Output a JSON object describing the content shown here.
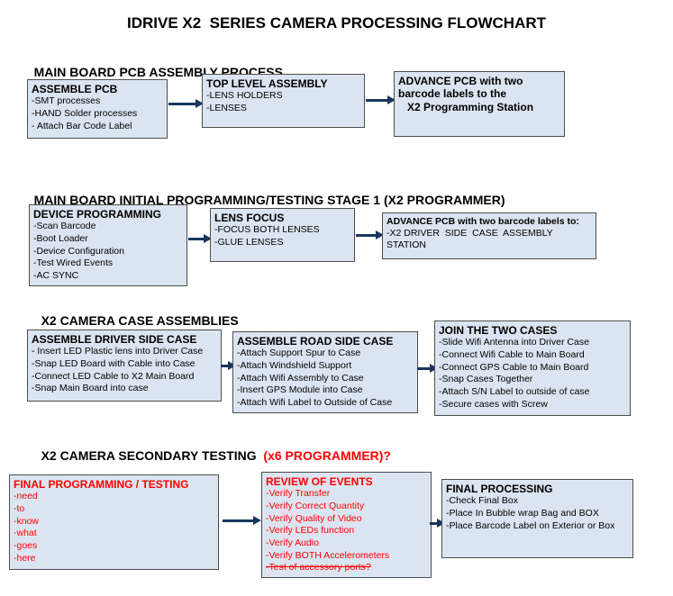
{
  "title": "IDRIVE X2  SERIES CAMERA PROCESSING FLOWCHART",
  "colors": {
    "box_fill": "#dbe5f1",
    "box_border": "#4d4d4d",
    "arrow": "#17375d",
    "red": "#ff0000",
    "text": "#000000"
  },
  "sections": [
    {
      "heading": "MAIN BOARD PCB ASSEMBLY PROCESS",
      "boxes": [
        {
          "title": "ASSEMBLE PCB",
          "items": [
            "-SMT processes",
            "-HAND Solder processes",
            "- Attach Bar Code Label"
          ]
        },
        {
          "title": "TOP LEVEL ASSEMBLY",
          "items": [
            "-LENS HOLDERS",
            "-LENSES"
          ]
        },
        {
          "title": "ADVANCE PCB with two barcode labels to the",
          "items": [
            {
              "text": "   X2 Programming Station",
              "bold": true
            }
          ]
        }
      ]
    },
    {
      "heading": "MAIN BOARD INITIAL PROGRAMMING/TESTING STAGE 1 (X2 PROGRAMMER)",
      "boxes": [
        {
          "title": "DEVICE PROGRAMMING",
          "items": [
            "-Scan Barcode",
            "-Boot Loader",
            "-Device Configuration",
            "-Test Wired Events",
            "-AC SYNC"
          ]
        },
        {
          "title": "LENS FOCUS",
          "items": [
            "-FOCUS BOTH LENSES",
            "-GLUE LENSES"
          ]
        },
        {
          "title": "ADVANCE PCB with two barcode labels to:",
          "items": [
            "-X2 DRIVER  SIDE  CASE  ASSEMBLY STATION"
          ]
        }
      ]
    },
    {
      "heading": "X2 CAMERA CASE ASSEMBLIES",
      "boxes": [
        {
          "title": "ASSEMBLE DRIVER SIDE CASE",
          "items": [
            "- Insert LED Plastic lens into Driver Case",
            "-Snap LED Board with Cable into Case",
            "-Connect LED Cable to X2 Main Board",
            "-Snap Main Board into case"
          ]
        },
        {
          "title": "ASSEMBLE ROAD SIDE CASE",
          "items": [
            "-Attach Support Spur to Case",
            "-Attach Windshield Support",
            "-Attach Wifi Assembly to Case",
            "-Insert GPS Module into Case",
            "-Attach Wifi Label to Outside of Case"
          ]
        },
        {
          "title": "JOIN THE TWO CASES",
          "items": [
            "-Slide Wifi Antenna into Driver Case",
            "-Connect Wifi Cable to Main Board",
            "-Connect GPS Cable to Main Board",
            "-Snap Cases Together",
            "-Attach S/N Label to outside of case",
            "-Secure cases with Screw"
          ]
        }
      ]
    },
    {
      "heading": "X2 CAMERA SECONDARY TESTING ",
      "heading_red": " (x6 PROGRAMMER)?",
      "boxes": [
        {
          "title": "FINAL PROGRAMMING / TESTING",
          "items": [
            "-need",
            "-to",
            "-know",
            "-what",
            "-goes",
            "-here"
          ]
        },
        {
          "title": "REVIEW OF EVENTS",
          "items": [
            "-Verify Transfer",
            "-Verify Correct Quantity",
            "-Verify Quality of Video",
            "-Verify LEDs function",
            "-Verify Audio",
            "-Verify BOTH Accelerometers",
            {
              "text": "-Test of accessory ports?",
              "strike": true
            }
          ]
        },
        {
          "title": "FINAL PROCESSING",
          "items": [
            "-Check Final Box",
            "-Place In Bubble wrap Bag and BOX",
            "-Place Barcode Label on Exterior or Box"
          ]
        }
      ]
    }
  ]
}
